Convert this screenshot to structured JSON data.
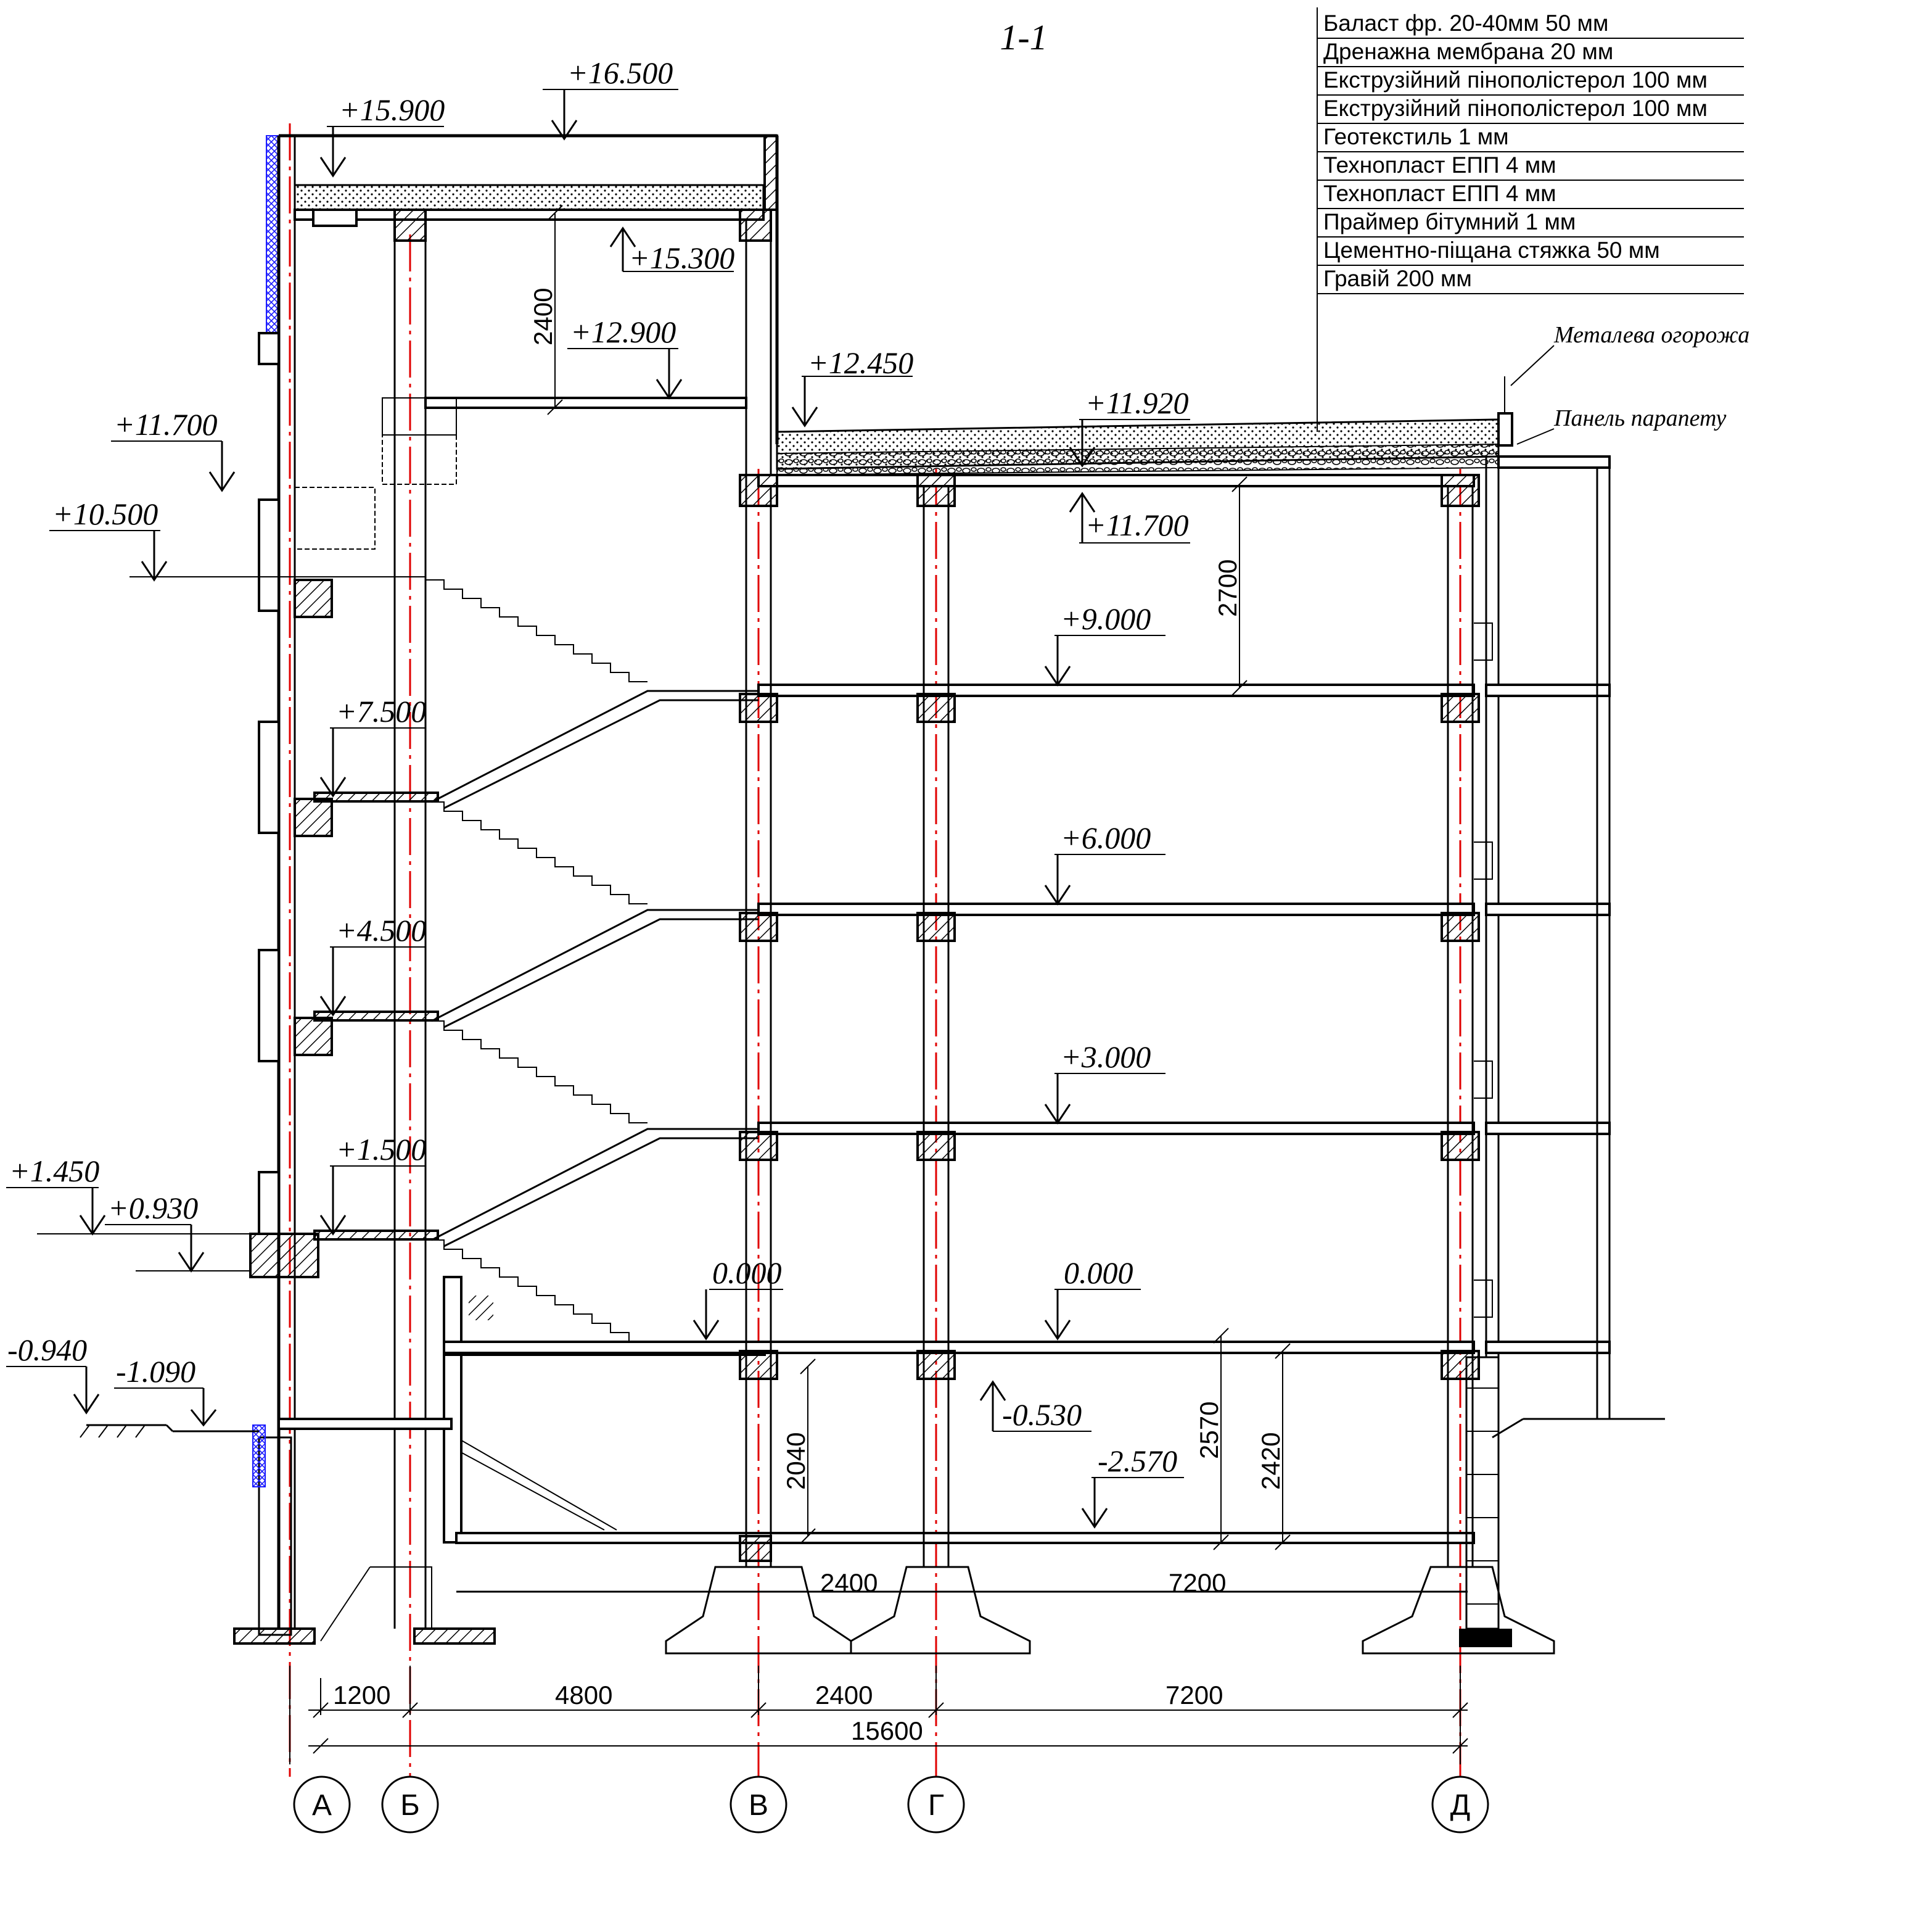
{
  "title": "1-1",
  "layers": [
    "Баласт фр. 20-40мм 50 мм",
    "Дренажна мембрана 20 мм",
    "Екструзійний пінополістерол 100 мм",
    "Екструзійний пінополістерол 100 мм",
    "Геотекстиль  1 мм",
    "Технопласт ЕПП 4 мм",
    "Технопласт ЕПП 4 мм",
    "Праймер бітумний 1 мм",
    "Цементно-піщана стяжка 50 мм",
    "Гравій 200 мм"
  ],
  "notes": {
    "railing": "Металева огорожа",
    "parapet": "Панель парапету"
  },
  "elevations": {
    "e16500": "+16.500",
    "e15900": "+15.900",
    "e15300": "+15.300",
    "e12900": "+12.900",
    "e12450": "+12.450",
    "e11920": "+11.920",
    "e11700a": "+11.700",
    "e11700b": "+11.700",
    "e10500": "+10.500",
    "e9000": "+9.000",
    "e7500": "+7.500",
    "e6000": "+6.000",
    "e4500": "+4.500",
    "e3000": "+3.000",
    "e1500": "+1.500",
    "e1450": "+1.450",
    "e0930": "+0.930",
    "e0000a": "0.000",
    "e0000b": "0.000",
    "em0530": "-0.530",
    "em0940": "-0.940",
    "em1090": "-1.090",
    "em2570": "-2.570"
  },
  "vertical_dims": {
    "d2400": "2400",
    "d2700": "2700",
    "d2040": "2040",
    "d2570": "2570",
    "d2420": "2420"
  },
  "horizontal_dims": {
    "d1200": "1200",
    "d4800": "4800",
    "d2400": "2400",
    "d7200": "7200",
    "total": "15600",
    "inner2400": "2400",
    "inner7200": "7200"
  },
  "axes": [
    "А",
    "Б",
    "В",
    "Г",
    "Д"
  ],
  "colors": {
    "axis": "#e00000",
    "line": "#000000",
    "mesh": "#1a1aff"
  }
}
